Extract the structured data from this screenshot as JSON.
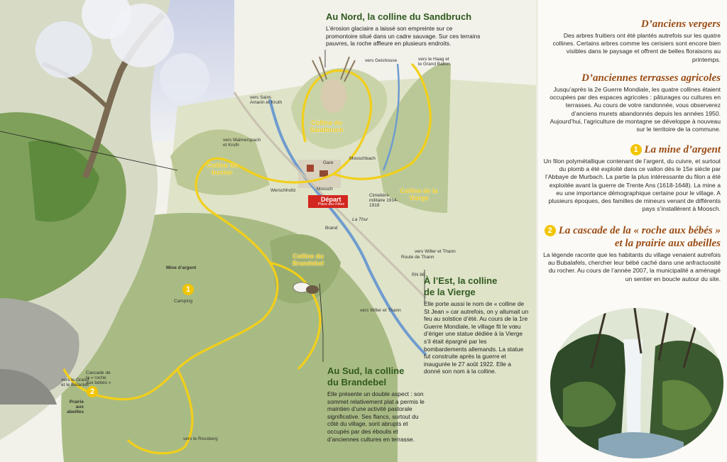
{
  "map": {
    "callouts": {
      "nord": {
        "title": "Au Nord, la colline du Sandbruch",
        "text": "L’érosion glaciaire a laissé son empreinte sur ce promontoire situé dans un cadre sauvage. Sur ces terrains pauvres, la roche affleure en plusieurs endroits."
      },
      "est": {
        "title_line1": "À l’Est, la colline",
        "title_line2": "de la Vierge",
        "text": "Elle porte aussi le nom de « colline de St Jean » car autrefois, on y allumait un feu au solstice d’été. Au cours de la 1re Guerre Mondiale, le village fit le vœu d’ériger une statue dédiée à la Vierge s’il était épargné par les bombardements allemands. La statue fut construite après la guerre et inaugurée le 27 août 1922. Elle a donné son nom à la colline."
      },
      "sud": {
        "title_line1": "Au Sud, la colline",
        "title_line2": "du Brandebel",
        "text": "Elle présente un double aspect : son sommet relativement plat a permis le maintien d’une activité pastorale significative. Ses flancs, surtout du côté du village, sont abrupts et occupés par des éboulis et d’anciennes cultures en terrasse."
      }
    },
    "hills": {
      "sandbruch": "Colline du Sandbruch",
      "bucher": "Colline du bucher",
      "vierge": "Colline de la Vierge",
      "brandebel": "Colline du Brandebel"
    },
    "depart": {
      "title": "Départ",
      "subtitle": "Place des Fêtes"
    },
    "places": {
      "geishouse": "vers Geishouse",
      "haag": "vers le Haag et le Grand Ballon",
      "stamarin": "vers Saint-Amarin et Kruth",
      "malmerspach": "vers Malmerspach et Kruth",
      "gare": "Gare",
      "mooschbach": "Mooschbach",
      "moosch": "Moosch",
      "werschholtz": "Werschholtz",
      "cimetiere": "Cimetière militaire 1914-1918",
      "thur": "La Thur",
      "brand": "Brand",
      "willer1": "vers Willer et Thann",
      "willer2": "vers Willer et Thann",
      "route": "Route de Thann",
      "rn66": "RN 66",
      "mine": "Mine d’argent",
      "camping": "Camping",
      "cascade": "Cascade de la « roche aux bébés »",
      "prairie": "Prairie aux abeilles",
      "grand": "vers le Grand et le Belacker",
      "rossberg": "vers le Rossberg"
    },
    "markers": {
      "m1": "1",
      "m2": "2"
    }
  },
  "panel": {
    "vergers": {
      "title": "D’anciens vergers",
      "text": "Des arbres fruitiers ont été plantés autrefois sur les quatre collines. Certains arbres comme les cerisiers sont encore bien visibles dans le paysage et offrent de belles floraisons au printemps."
    },
    "terrasses": {
      "title": "D’anciennes terrasses agricoles",
      "text": "Jusqu’après la 2e Guerre Mondiale, les quatre collines étaient occupées par des espaces agricoles : pâturages ou cultures en terrasses. Au cours de votre randonnée, vous observerez d’anciens murets abandonnés depuis les années 1950. Aujourd’hui, l’agriculture de montagne se développe à nouveau sur le territoire de la commune."
    },
    "mine": {
      "number": "1",
      "title": "La mine d’argent",
      "text": "Un filon polymétallique contenant de l’argent, du cuivre, et surtout du plomb a été exploité dans ce vallon dès le 15e siècle par l’Abbaye de Murbach. La partie la plus intéressante du filon a été exploitée avant la guerre de Trente Ans (1618-1648). La mine a eu une importance démographique certaine pour le village. A plusieurs époques, des familles de mineurs venant de différents pays s’installèrent à Moosch."
    },
    "cascade": {
      "number": "2",
      "title": "La cascade de la « roche aux bébés » et la prairie aux abeilles",
      "text": "La légende raconte que les habitants du village venaient autrefois au Bubalafels, chercher leur bébé caché dans une anfractuosité du rocher. Au cours de l’année 2007, la municipalité a aménagé un sentier en boucle autour du site."
    }
  }
}
